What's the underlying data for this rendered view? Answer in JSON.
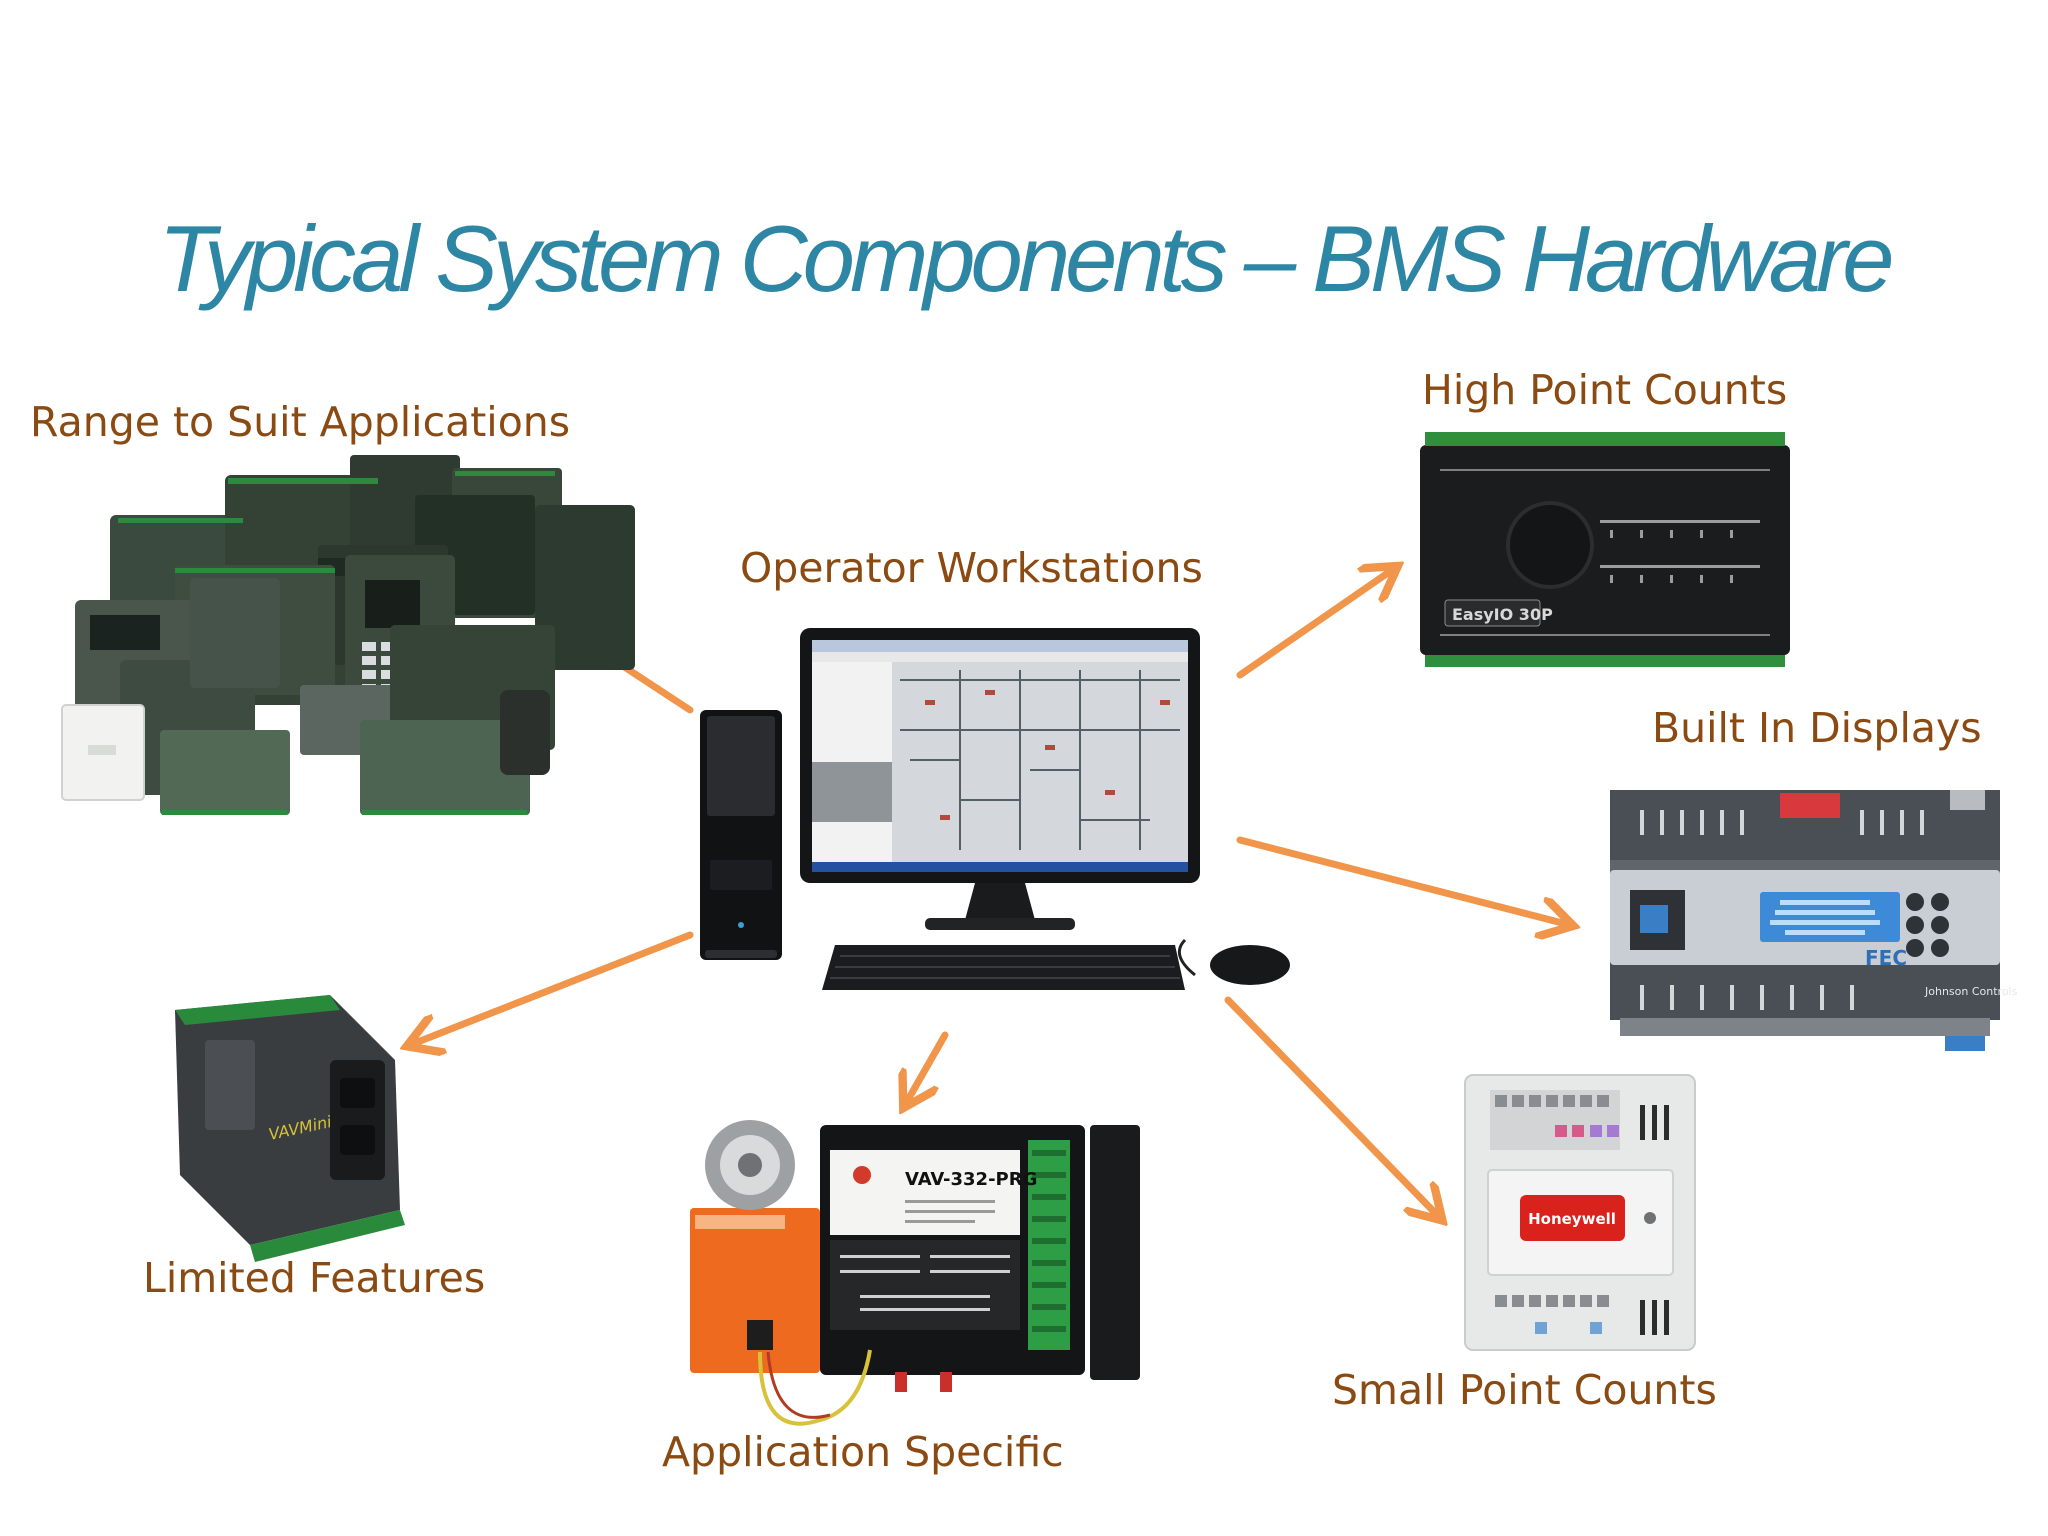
{
  "title": "Typical System Components – BMS Hardware",
  "labels": {
    "range": "Range to Suit Applications",
    "operator": "Operator Workstations",
    "high": "High Point Counts",
    "displays": "Built In Displays",
    "limited": "Limited Features",
    "application": "Application Specific",
    "small": "Small Point Counts"
  },
  "device_text": {
    "easyio": "EasyIO 30P",
    "vav": "VAV-332-PRG",
    "fec": "FEC",
    "johnson": "Johnson Controls",
    "honeywell": "Honeywell"
  },
  "colors": {
    "title": "#2e86a5",
    "label": "#8a4a12",
    "arrow": "#f0954a"
  }
}
